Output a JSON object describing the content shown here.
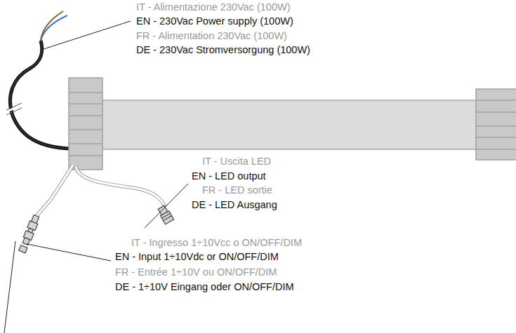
{
  "diagram": {
    "labels": [
      "IT - Alimentazione 230Vac (100W)",
      "EN - 230Vac Power supply (100W)",
      "FR - Alimentation 230Vac (100W)",
      "DE - 230Vac Stromversorgung (100W)",
      "IT - Uscita LED",
      "EN - LED output",
      "FR - LED sortie",
      "DE - LED Ausgang",
      "IT - Ingresso 1÷10Vcc o ON/OFF/DIM",
      "EN - Input 1÷10Vdc or ON/OFF/DIM",
      "FR - Entrée 1÷10V ou ON/OFF/DIM",
      "DE - 1÷10V Eingang oder ON/OFF/DIM"
    ]
  }
}
